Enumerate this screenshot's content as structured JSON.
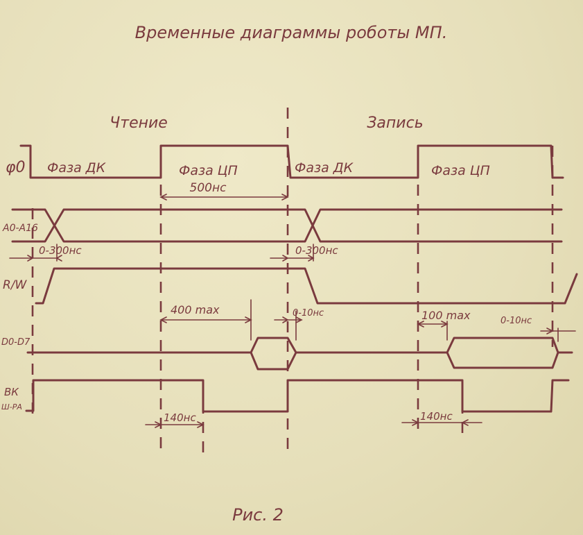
{
  "title": "Временные диаграммы роботы МП.",
  "section_read": "Чтение",
  "section_write": "Запись",
  "figure_caption": "Рис. 2",
  "signals": {
    "phi0": "φ0",
    "address": "A0-A16",
    "rw": "R/W",
    "data": "D0-D7",
    "bk": "ВК",
    "bk_sub": "Ш-РА"
  },
  "phases": {
    "dk_read": "Фаза ДК",
    "cp_read": "Фаза ЦП",
    "dk_write": "Фаза ДК",
    "cp_write": "Фаза ЦП"
  },
  "timings": {
    "t500": "500нс",
    "addr_read": "0-300нс",
    "addr_write": "0-300нс",
    "t400": "400 max",
    "hold_read": "0-10нс",
    "t100": "100 max",
    "hold_write": "0-10нс",
    "bk_read": "140нс",
    "bk_write": "140нс"
  },
  "colors": {
    "ink": "#7a3a3e",
    "paper": "#e9e2bf"
  }
}
